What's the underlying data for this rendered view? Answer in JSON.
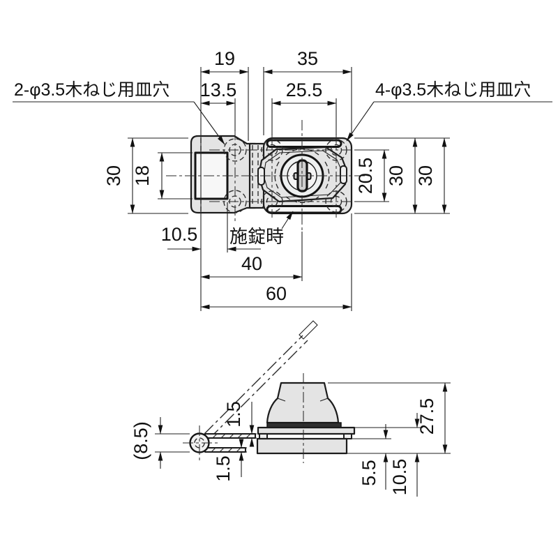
{
  "drawing": {
    "background": "#ffffff",
    "line_color": "#1c1c1c",
    "part_fill": "#e4e4e4",
    "top_view": {
      "labels": {
        "hasp_holes": "2-φ3.5木ねじ用皿穴",
        "body_holes": "4-φ3.5木ねじ用皿穴",
        "locked": "施錠時"
      },
      "dimensions": {
        "hasp_width": "19",
        "hasp_hole_offset": "13.5",
        "body_width": "35",
        "body_hole_spacing_h": "25.5",
        "height_left": "30",
        "slot_height": "18",
        "slot_depth": "10.5",
        "hole_spacing_v": "20.5",
        "body_height": "30",
        "overall_height": "30",
        "key_center_offset": "40",
        "overall_width": "60"
      }
    },
    "side_view": {
      "dimensions": {
        "hinge_outer": "(8.5)",
        "strap_thickness_upper": "1.5",
        "strap_thickness_lower": "1.5",
        "base_depth": "5.5",
        "below_surface": "10.5",
        "overall_height": "27.5"
      }
    }
  }
}
